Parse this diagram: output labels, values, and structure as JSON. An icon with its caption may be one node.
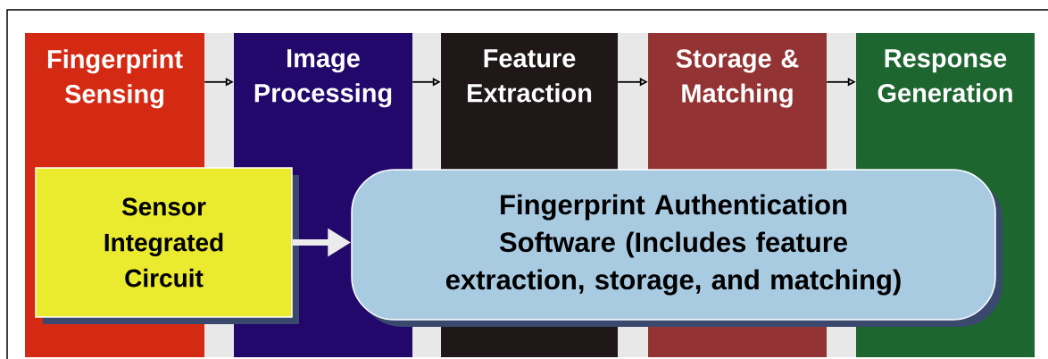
{
  "diagram": {
    "nodes": [
      {
        "text": [
          "Fingerprint Sensing"
        ]
      },
      {
        "text": [
          "Image Processing"
        ]
      },
      {
        "text": [
          "Feature Extraction"
        ]
      },
      {
        "text": [
          "Storage & Matching"
        ]
      },
      {
        "text": [
          "Response Generation"
        ]
      },
      {
        "text": [
          "Sensor Integrated Circuit"
        ]
      },
      {
        "text": [
          "Fingerprint Authentication Software (Includes feature extraction, storage, and matching)"
        ]
      }
    ],
    "edges": [
      {
        "from": 0,
        "to": 1,
        "arrow": "to"
      },
      {
        "from": 1,
        "to": 2,
        "arrow": "to"
      },
      {
        "from": 2,
        "to": 3,
        "arrow": "to"
      },
      {
        "from": 3,
        "to": 4,
        "arrow": "to"
      },
      {
        "from": 5,
        "to": 6,
        "arrow": "to",
        "style": "thick",
        "color": "#ececec"
      }
    ]
  }
}
